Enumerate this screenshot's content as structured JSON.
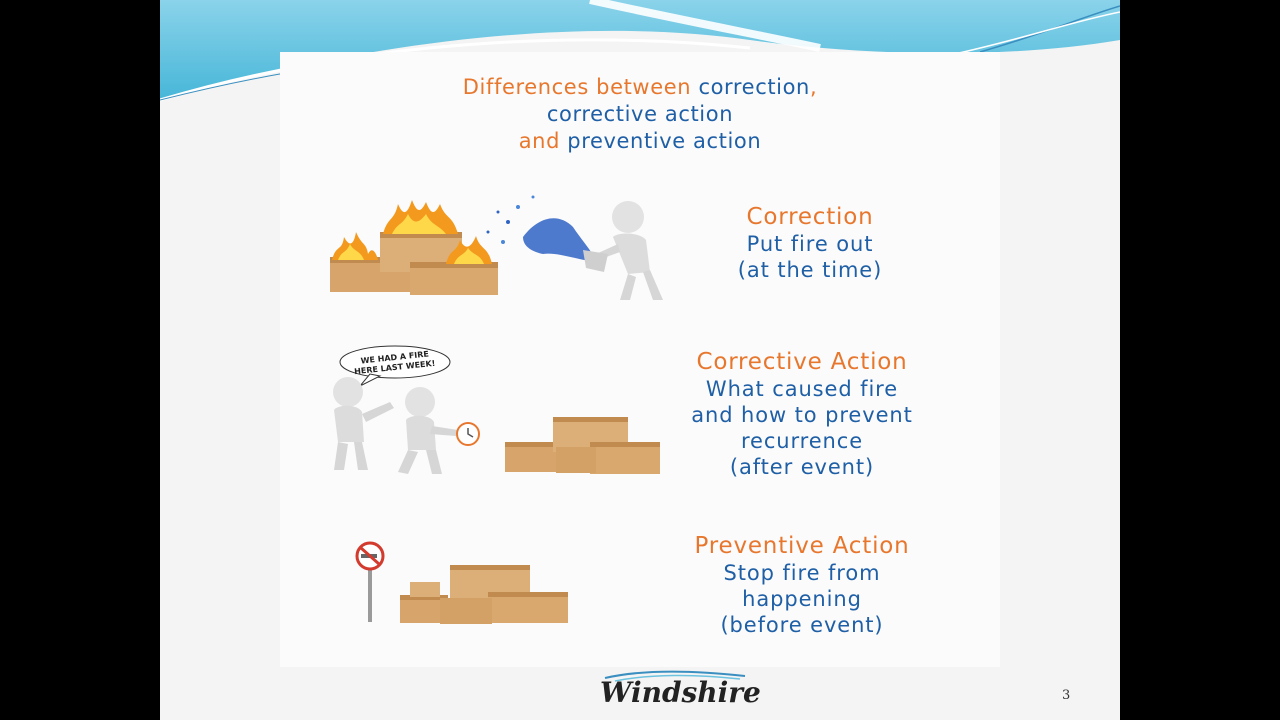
{
  "slide": {
    "title": {
      "part1": "Differences between ",
      "part2": "correction",
      "part3": ",",
      "line2": "corrective action",
      "line3_and": "and",
      "line3_rest": " preventive action"
    },
    "sections": [
      {
        "heading": "Correction",
        "lines": [
          "Put fire out",
          "(at the time)"
        ]
      },
      {
        "heading": "Corrective Action",
        "lines": [
          "What caused fire",
          "and how to prevent",
          "recurrence",
          "(after event)"
        ]
      },
      {
        "heading": "Preventive Action",
        "lines": [
          "Stop fire from",
          "happening",
          "(before event)"
        ]
      }
    ],
    "speech_bubble": [
      "WE HAD A FIRE",
      "HERE LAST WEEK!"
    ],
    "footer": {
      "logo_text": "Windshire",
      "page_number": "3"
    },
    "colors": {
      "orange": "#e8772e",
      "blue": "#1f5fa6",
      "header_teal": "#5cc0dd"
    }
  }
}
